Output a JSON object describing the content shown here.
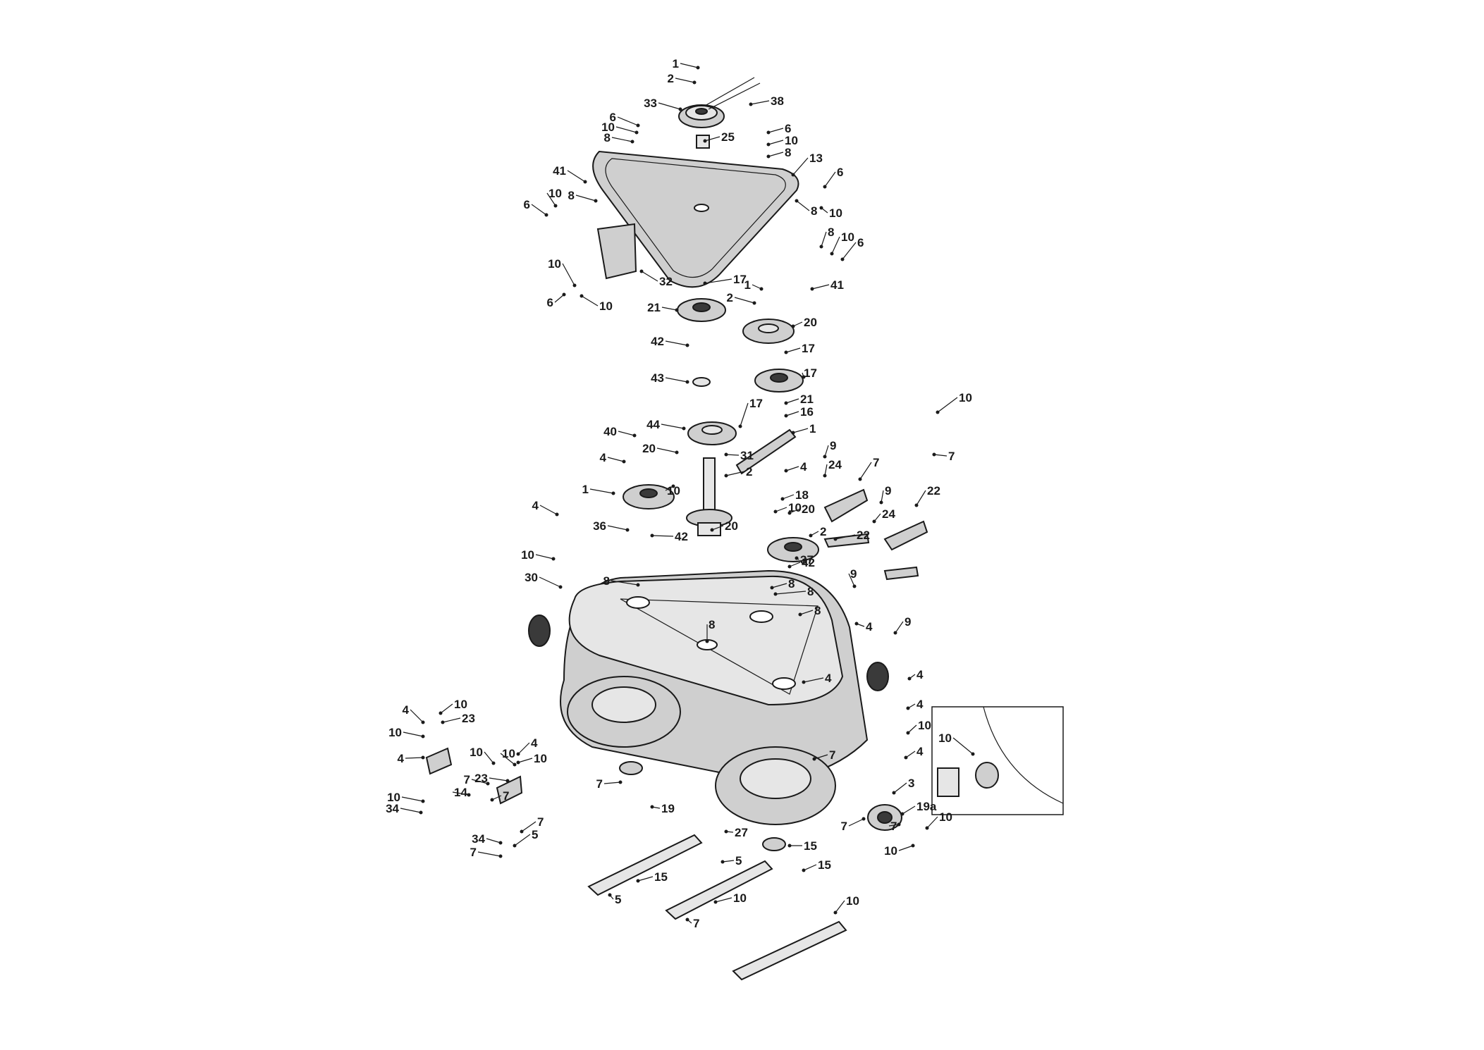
{
  "callouts": [
    "1",
    "2",
    "33",
    "38",
    "6",
    "10",
    "8",
    "25",
    "6",
    "10",
    "8",
    "13",
    "41",
    "8",
    "6",
    "10",
    "8",
    "6",
    "10",
    "8",
    "10",
    "6",
    "32",
    "10",
    "6",
    "10",
    "17",
    "1",
    "21",
    "2",
    "20",
    "41",
    "17",
    "42",
    "17",
    "43",
    "21",
    "16",
    "17",
    "44",
    "40",
    "20",
    "1",
    "4",
    "31",
    "2",
    "4",
    "10",
    "18",
    "1",
    "20",
    "10",
    "4",
    "36",
    "2",
    "42",
    "37",
    "20",
    "22",
    "10",
    "42",
    "30",
    "8",
    "8",
    "8",
    "8",
    "8",
    "4",
    "10",
    "7",
    "9",
    "24",
    "7",
    "9",
    "24",
    "22",
    "9",
    "4",
    "9",
    "4",
    "4",
    "10",
    "4",
    "4",
    "10",
    "10",
    "23",
    "4",
    "10",
    "4",
    "10",
    "10",
    "23",
    "7",
    "10",
    "7",
    "14",
    "34",
    "7",
    "7",
    "19",
    "27",
    "3",
    "19a",
    "10",
    "10",
    "7",
    "10",
    "7",
    "34",
    "7",
    "7",
    "5",
    "15",
    "5",
    "15",
    "15",
    "5",
    "10",
    "7",
    "10"
  ],
  "inset": {
    "label": "19a"
  },
  "colors": {
    "line": "#1a1a1a",
    "fill": "#cfcfcf",
    "dark": "#3a3a3a"
  }
}
